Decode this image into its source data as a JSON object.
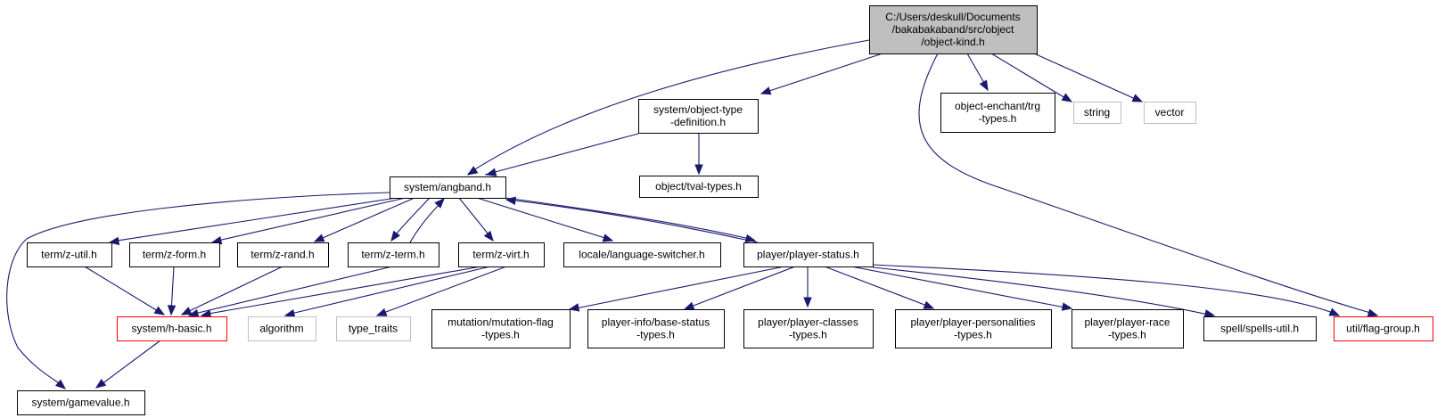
{
  "diagram": {
    "colors": {
      "root_fill": "#bfbfbf",
      "node_fill": "#ffffff",
      "node_border": "#000000",
      "truncated_border": "#ff0000",
      "external_border": "#bfbfbf",
      "external_text": "#404040",
      "edge": "#191970"
    },
    "nodes": [
      {
        "id": "root",
        "kind": "root",
        "lines": [
          "C:/Users/deskull/Documents",
          "/bakabakaband/src/object",
          "/object-kind.h"
        ]
      },
      {
        "id": "objtype",
        "kind": "normal",
        "lines": [
          "system/object-type",
          "-definition.h"
        ]
      },
      {
        "id": "enchant",
        "kind": "normal",
        "lines": [
          "object-enchant/trg",
          "-types.h"
        ]
      },
      {
        "id": "string",
        "kind": "external",
        "lines": [
          "string"
        ]
      },
      {
        "id": "vector",
        "kind": "external",
        "lines": [
          "vector"
        ]
      },
      {
        "id": "angband",
        "kind": "normal",
        "lines": [
          "system/angband.h"
        ]
      },
      {
        "id": "tval",
        "kind": "normal",
        "lines": [
          "object/tval-types.h"
        ]
      },
      {
        "id": "zutil",
        "kind": "normal",
        "lines": [
          "term/z-util.h"
        ]
      },
      {
        "id": "zform",
        "kind": "normal",
        "lines": [
          "term/z-form.h"
        ]
      },
      {
        "id": "zrand",
        "kind": "normal",
        "lines": [
          "term/z-rand.h"
        ]
      },
      {
        "id": "zterm",
        "kind": "normal",
        "lines": [
          "term/z-term.h"
        ]
      },
      {
        "id": "zvirt",
        "kind": "normal",
        "lines": [
          "term/z-virt.h"
        ]
      },
      {
        "id": "lang",
        "kind": "normal",
        "lines": [
          "locale/language-switcher.h"
        ]
      },
      {
        "id": "pstatus",
        "kind": "normal",
        "lines": [
          "player/player-status.h"
        ]
      },
      {
        "id": "hbasic",
        "kind": "truncated",
        "lines": [
          "system/h-basic.h"
        ]
      },
      {
        "id": "algorithm",
        "kind": "external",
        "lines": [
          "algorithm"
        ]
      },
      {
        "id": "typetraits",
        "kind": "external",
        "lines": [
          "type_traits"
        ]
      },
      {
        "id": "mutation",
        "kind": "normal",
        "lines": [
          "mutation/mutation-flag",
          "-types.h"
        ]
      },
      {
        "id": "basestatus",
        "kind": "normal",
        "lines": [
          "player-info/base-status",
          "-types.h"
        ]
      },
      {
        "id": "pclasses",
        "kind": "normal",
        "lines": [
          "player/player-classes",
          "-types.h"
        ]
      },
      {
        "id": "ppers",
        "kind": "normal",
        "lines": [
          "player/player-personalities",
          "-types.h"
        ]
      },
      {
        "id": "prace",
        "kind": "normal",
        "lines": [
          "player/player-race",
          "-types.h"
        ]
      },
      {
        "id": "spells",
        "kind": "normal",
        "lines": [
          "spell/spells-util.h"
        ]
      },
      {
        "id": "flaggroup",
        "kind": "truncated",
        "lines": [
          "util/flag-group.h"
        ]
      },
      {
        "id": "gamevalue",
        "kind": "normal",
        "lines": [
          "system/gamevalue.h"
        ]
      }
    ],
    "edges": [
      {
        "from": "root",
        "to": "angband"
      },
      {
        "from": "root",
        "to": "objtype"
      },
      {
        "from": "root",
        "to": "enchant"
      },
      {
        "from": "root",
        "to": "string"
      },
      {
        "from": "root",
        "to": "vector"
      },
      {
        "from": "root",
        "to": "flaggroup"
      },
      {
        "from": "objtype",
        "to": "angband"
      },
      {
        "from": "objtype",
        "to": "tval"
      },
      {
        "from": "angband",
        "to": "gamevalue"
      },
      {
        "from": "angband",
        "to": "zutil"
      },
      {
        "from": "angband",
        "to": "zform"
      },
      {
        "from": "angband",
        "to": "zrand"
      },
      {
        "from": "angband",
        "to": "zterm"
      },
      {
        "from": "zterm",
        "to": "angband"
      },
      {
        "from": "angband",
        "to": "zvirt"
      },
      {
        "from": "angband",
        "to": "lang"
      },
      {
        "from": "angband",
        "to": "pstatus"
      },
      {
        "from": "pstatus",
        "to": "angband"
      },
      {
        "from": "zutil",
        "to": "hbasic"
      },
      {
        "from": "zform",
        "to": "hbasic"
      },
      {
        "from": "zrand",
        "to": "hbasic"
      },
      {
        "from": "zterm",
        "to": "hbasic"
      },
      {
        "from": "zvirt",
        "to": "hbasic"
      },
      {
        "from": "zvirt",
        "to": "algorithm"
      },
      {
        "from": "zvirt",
        "to": "typetraits"
      },
      {
        "from": "hbasic",
        "to": "gamevalue"
      },
      {
        "from": "pstatus",
        "to": "mutation"
      },
      {
        "from": "pstatus",
        "to": "basestatus"
      },
      {
        "from": "pstatus",
        "to": "pclasses"
      },
      {
        "from": "pstatus",
        "to": "ppers"
      },
      {
        "from": "pstatus",
        "to": "prace"
      },
      {
        "from": "pstatus",
        "to": "spells"
      },
      {
        "from": "pstatus",
        "to": "flaggroup"
      }
    ]
  }
}
